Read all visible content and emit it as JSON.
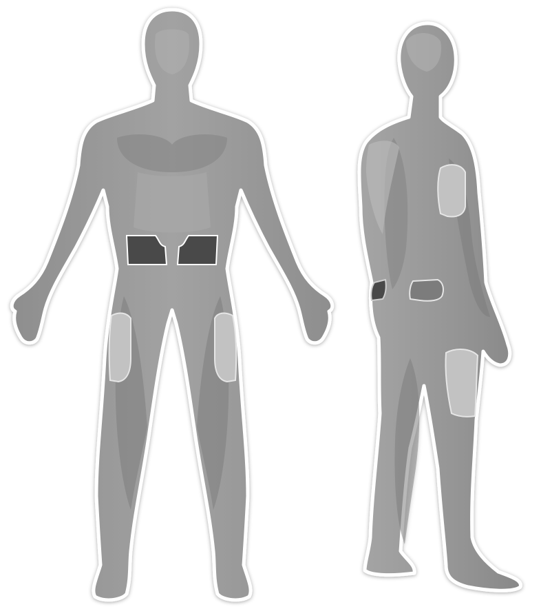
{
  "figures": [
    {
      "name": "front-view",
      "view": "front"
    },
    {
      "name": "back-view",
      "view": "back-three-quarter"
    }
  ],
  "zones": [
    {
      "name": "abdomen-left",
      "figure": "front-view",
      "shade": "dark"
    },
    {
      "name": "abdomen-right",
      "figure": "front-view",
      "shade": "dark"
    },
    {
      "name": "thigh-right-front",
      "figure": "front-view",
      "shade": "light"
    },
    {
      "name": "thigh-left-front",
      "figure": "front-view",
      "shade": "light"
    },
    {
      "name": "upper-arm-back",
      "figure": "back-view",
      "shade": "light"
    },
    {
      "name": "lower-back-left",
      "figure": "back-view",
      "shade": "dark"
    },
    {
      "name": "lower-back-right",
      "figure": "back-view",
      "shade": "medium"
    },
    {
      "name": "thigh-back",
      "figure": "back-view",
      "shade": "light"
    }
  ],
  "colors": {
    "background": "#ffffff",
    "body": "#9a9a9a",
    "body_dark": "#7f7f7f",
    "body_light": "#b4b4b4",
    "outline": "#ffffff",
    "zone_dark": "#4a4a4a",
    "zone_medium": "#7c7c7c",
    "zone_light": "#c2c2c2"
  }
}
